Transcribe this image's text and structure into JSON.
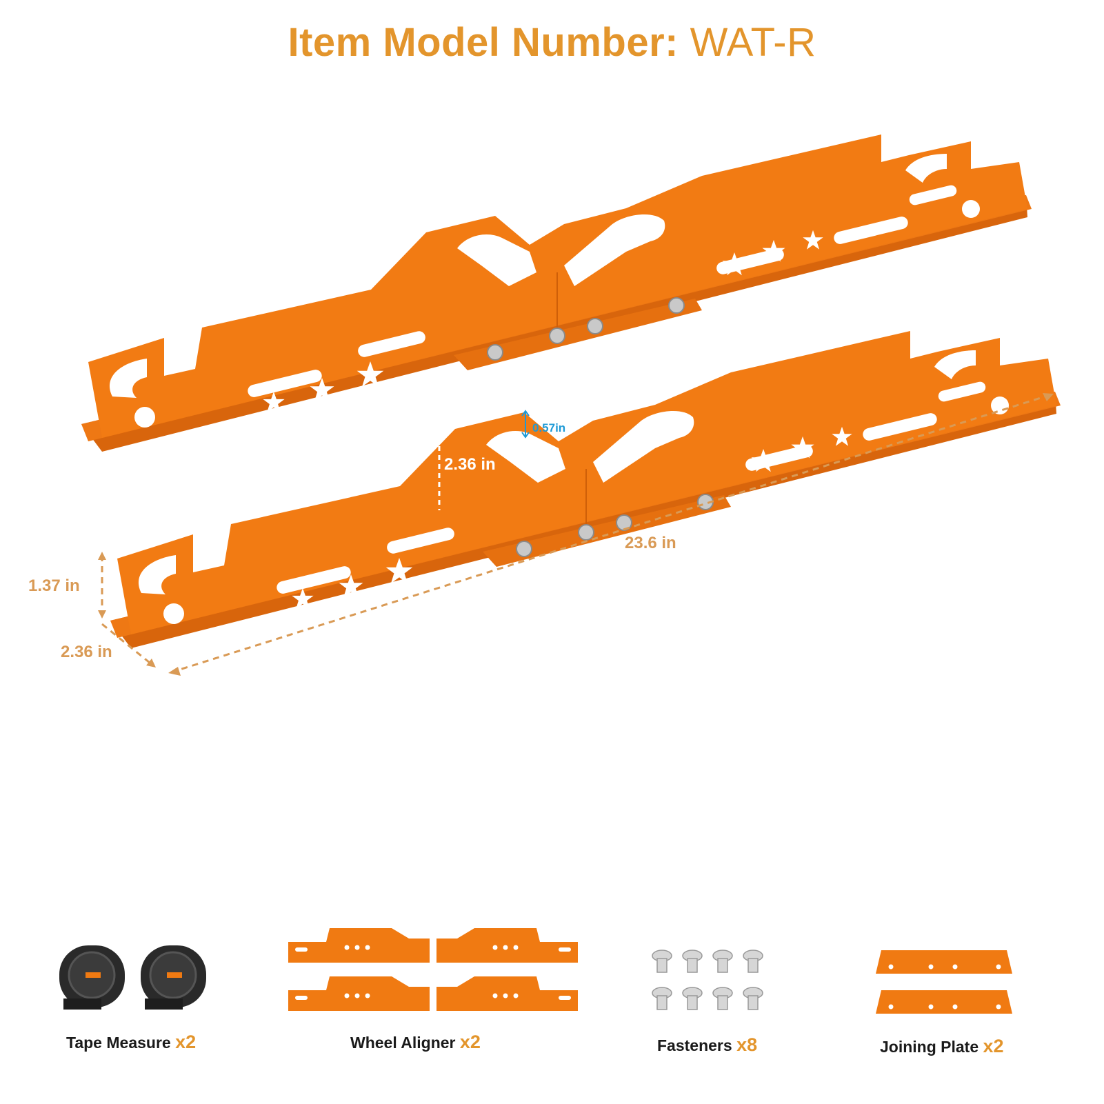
{
  "header": {
    "title_prefix": "Item Model Number: ",
    "title_model": "WAT-R"
  },
  "colors": {
    "accent": "#e3952c",
    "bracket": "#f07a12",
    "bracket_dark": "#d0620a",
    "dimension": "#d99a55",
    "highlight": "#1e9ad6"
  },
  "dimensions": {
    "length": "23.6 in",
    "height_center": "2.36 in",
    "slot_gap": "0.57in",
    "flange_height": "1.37 in",
    "depth": "2.36 in"
  },
  "parts": [
    {
      "name": "Tape Measure",
      "qty": "x2",
      "icon": "tape-measure-icon"
    },
    {
      "name": "Wheel Aligner",
      "qty": "x2",
      "icon": "wheel-aligner-icon"
    },
    {
      "name": "Fasteners",
      "qty": "x8",
      "icon": "fastener-icon"
    },
    {
      "name": "Joining Plate",
      "qty": "x2",
      "icon": "joining-plate-icon"
    }
  ]
}
